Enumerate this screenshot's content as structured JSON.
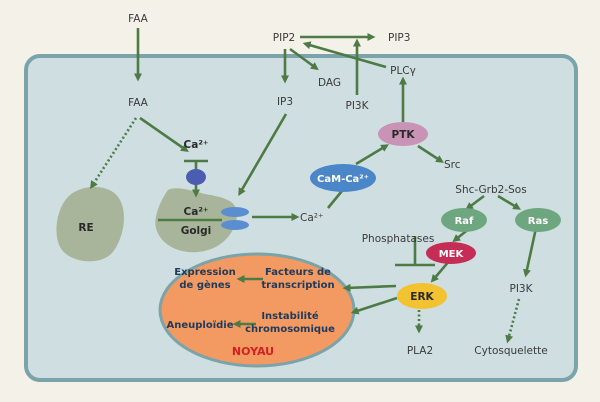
{
  "nodes": {
    "faa_top": "FAA",
    "faa_cell": "FAA",
    "pip2": "PIP2",
    "pip3": "PIP3",
    "dag": "DAG",
    "plcg": "PLCγ",
    "ip3": "IP3",
    "pi3k_top": "PI3K",
    "ptk": "PTK",
    "src": "Src",
    "shc": "Shc-Grb2-Sos",
    "raf": "Raf",
    "ras": "Ras",
    "ca_top": "Ca²⁺",
    "ca_golgi": "Ca²⁺",
    "golgi": "Golgi",
    "ca_out": "Ca²⁺",
    "cam": "CaM-Ca²⁺",
    "re": "RE",
    "phosphatases": "Phosphatases",
    "mek": "MEK",
    "erk": "ERK",
    "pla2": "PLA2",
    "pi3k_low": "PI3K",
    "cytosquelette": "Cytosquelette"
  },
  "noyau": {
    "title": "NOYAU",
    "expression_l1": "Expression",
    "expression_l2": "de gènes",
    "facteurs_l1": "Facteurs de",
    "facteurs_l2": "transcription",
    "aneuploidie": "Aneuploïdie",
    "instab_l1": "Instabilité",
    "instab_l2": "chromosomique"
  },
  "colors": {
    "arrow": "#4e7a45",
    "cell_fill": "#cfdfe1",
    "cell_border": "#7aa3aa",
    "organelle": "#a8b59a",
    "ptk": "#c893b5",
    "cam": "#4a86c8",
    "raf_ras": "#6ea67f",
    "mek": "#c52d56",
    "erk": "#f2c230",
    "nucleus": "#f39a62",
    "noyau_text": "#d62020"
  }
}
